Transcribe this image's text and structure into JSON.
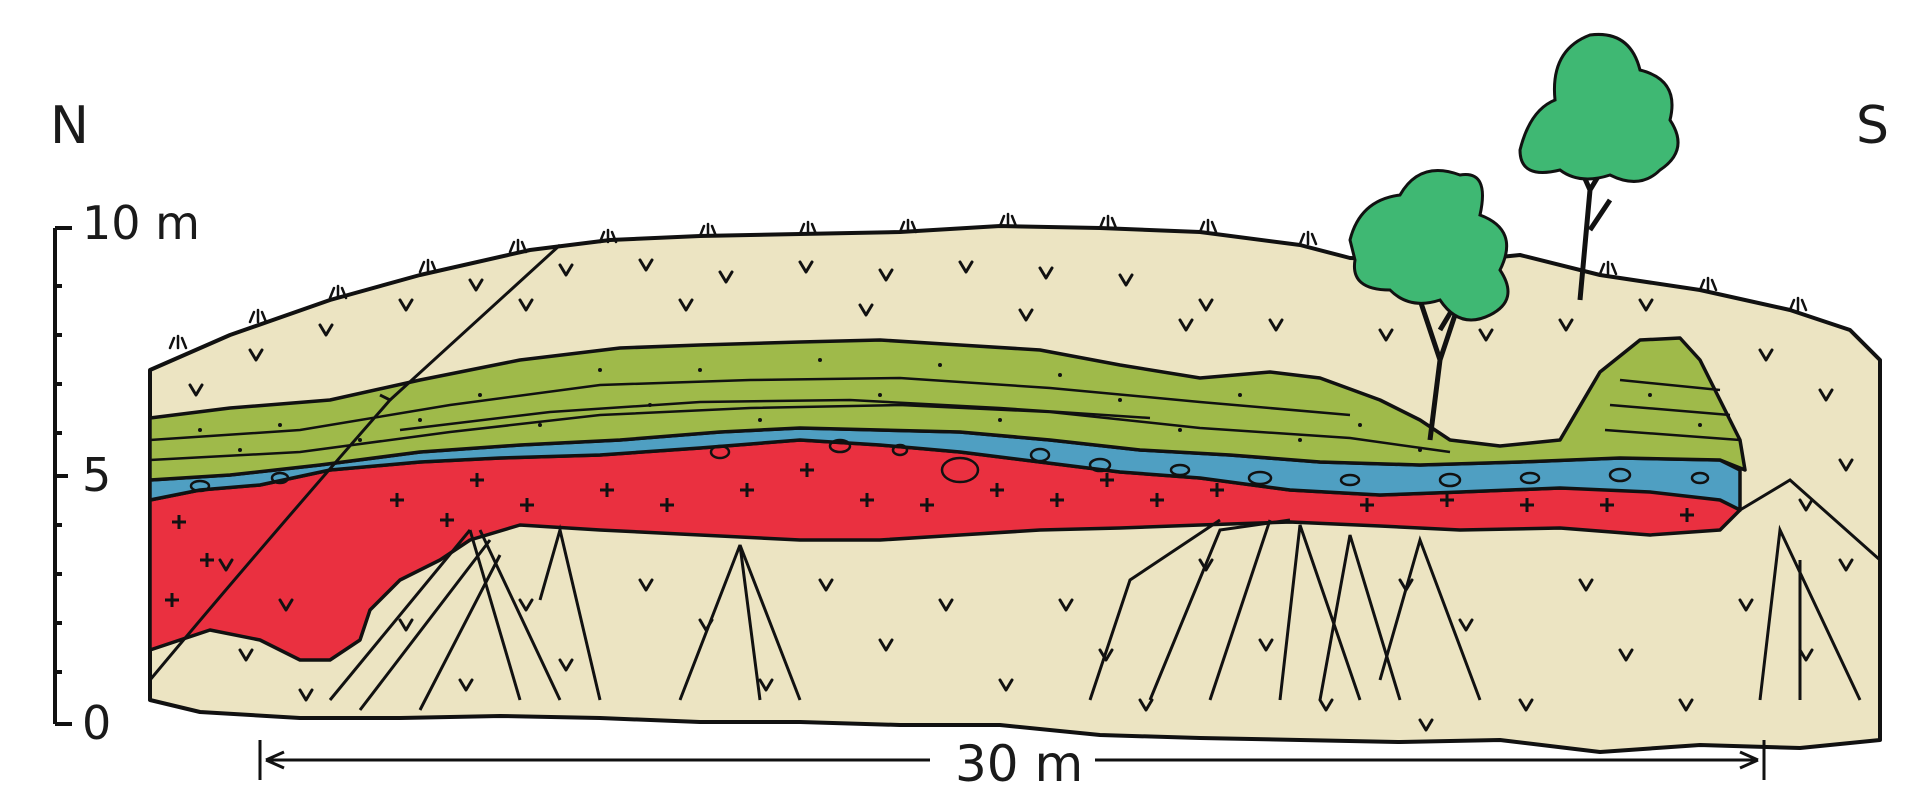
{
  "orientation": {
    "north": "N",
    "south": "S"
  },
  "scale": {
    "top": "10 m",
    "mid": "5",
    "bottom": "0"
  },
  "distance": {
    "label": "30 m"
  },
  "colors": {
    "soil": "#ece4c2",
    "sandstone": "#9fba4a",
    "conglomerate": "#4f9fc2",
    "volcanic": "#ea3040",
    "foliage": "#3fb873",
    "line": "#111111"
  }
}
